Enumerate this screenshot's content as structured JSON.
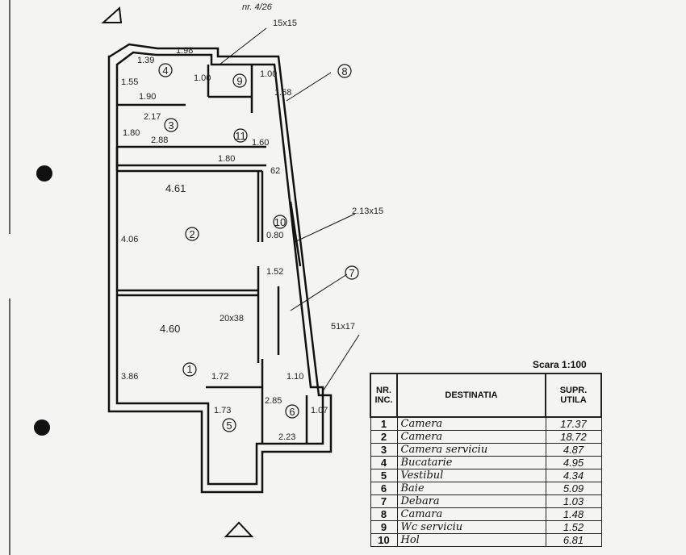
{
  "header_note": "nr. 4/26",
  "scale": "Scara 1:100",
  "table": {
    "headers": [
      "NR. INC.",
      "DESTINATIA",
      "SUPR. UTILA"
    ],
    "rows": [
      {
        "nr": "1",
        "dest": "Camera",
        "supr": "17.37"
      },
      {
        "nr": "2",
        "dest": "Camera",
        "supr": "18.72"
      },
      {
        "nr": "3",
        "dest": "Camera serviciu",
        "supr": "4.87"
      },
      {
        "nr": "4",
        "dest": "Bucatarie",
        "supr": "4.95"
      },
      {
        "nr": "5",
        "dest": "Vestibul",
        "supr": "4.34"
      },
      {
        "nr": "6",
        "dest": "Baie",
        "supr": "5.09"
      },
      {
        "nr": "7",
        "dest": "Debara",
        "supr": "1.03"
      },
      {
        "nr": "8",
        "dest": "Camara",
        "supr": "1.48"
      },
      {
        "nr": "9",
        "dest": "Wc serviciu",
        "supr": "1.52"
      },
      {
        "nr": "10",
        "dest": "Hol",
        "supr": "6.81"
      }
    ]
  },
  "plan": {
    "rooms": [
      "1",
      "2",
      "3",
      "4",
      "5",
      "6",
      "7",
      "8",
      "9",
      "10",
      "11"
    ],
    "dims": [
      "15x15",
      "1.39",
      "1.98",
      "1.00",
      "1.55",
      "1.90",
      "2.17",
      "2.88",
      "1.80",
      "1.80",
      "1.60",
      "4.61",
      "4.06",
      "0.80",
      "1.52",
      "2.13x15",
      "20x38",
      "4.60",
      "3.86",
      "1.72",
      "1.73",
      "2.85",
      "1.10",
      "2.23",
      "51x17",
      "1.07",
      "1.68",
      "1.00",
      "62"
    ]
  }
}
